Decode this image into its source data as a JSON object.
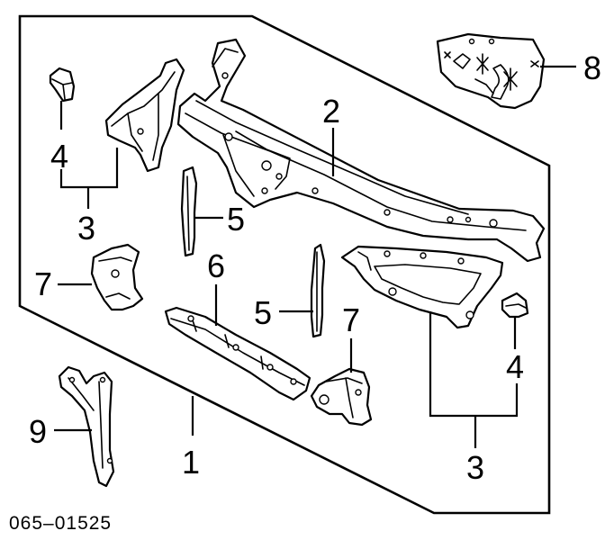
{
  "diagram": {
    "catalog_number": "065–01525",
    "callouts": {
      "c1": "1",
      "c2": "2",
      "c3_left": "3",
      "c3_right": "3",
      "c4_left": "4",
      "c4_right": "4",
      "c5_left": "5",
      "c5_right": "5",
      "c6": "6",
      "c7_left": "7",
      "c7_right": "7",
      "c8": "8",
      "c9": "9"
    }
  }
}
